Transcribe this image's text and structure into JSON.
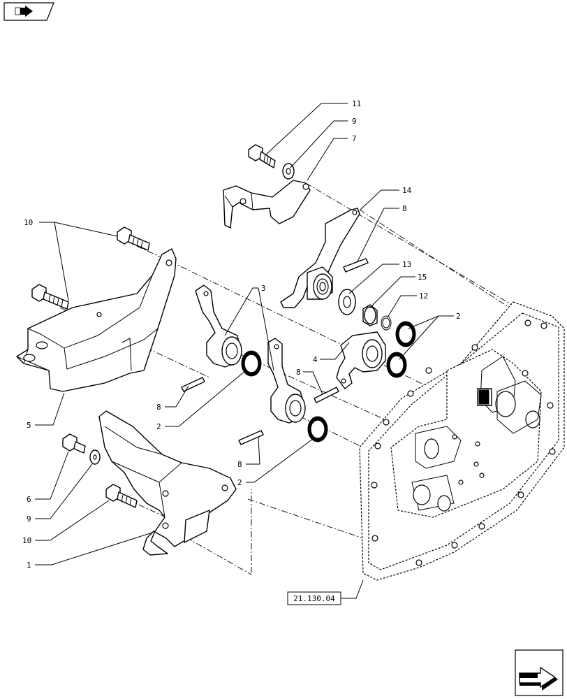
{
  "reference_box": {
    "label": "21.130.04"
  },
  "callouts": [
    {
      "id": "11a",
      "text": "11"
    },
    {
      "id": "9a",
      "text": "9"
    },
    {
      "id": "7",
      "text": "7"
    },
    {
      "id": "14",
      "text": "14"
    },
    {
      "id": "8a",
      "text": "8"
    },
    {
      "id": "13",
      "text": "13"
    },
    {
      "id": "15",
      "text": "15"
    },
    {
      "id": "12",
      "text": "12"
    },
    {
      "id": "2a",
      "text": "2"
    },
    {
      "id": "10a",
      "text": "10"
    },
    {
      "id": "3",
      "text": "3"
    },
    {
      "id": "4",
      "text": "4"
    },
    {
      "id": "8b",
      "text": "8"
    },
    {
      "id": "8c",
      "text": "8"
    },
    {
      "id": "2b",
      "text": "2"
    },
    {
      "id": "5",
      "text": "5"
    },
    {
      "id": "8d",
      "text": "8"
    },
    {
      "id": "2c",
      "text": "2"
    },
    {
      "id": "6",
      "text": "6"
    },
    {
      "id": "9b",
      "text": "9"
    },
    {
      "id": "10b",
      "text": "10"
    },
    {
      "id": "1",
      "text": "1"
    }
  ],
  "icons": {
    "top_left": "navigation-arrow-icon",
    "bottom_right": "next-page-arrow-icon"
  }
}
